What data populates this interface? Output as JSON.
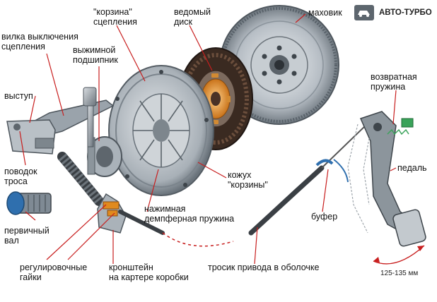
{
  "brand": {
    "name": "АВТО-ТУРБО",
    "icon": "car-gear-icon"
  },
  "labels": {
    "basket": "\"корзина\"\nсцепления",
    "driven_disc": "ведомый\nдиск",
    "flywheel": "маховик",
    "release_fork": "вилка выключения\nсцепления",
    "release_bearing": "выжимной\nподшипник",
    "ledge": "выступ",
    "return_spring": "возвратная\nпружина",
    "cable_lead": "поводок\nтроса",
    "basket_cover": "кожух\n\"корзины\"",
    "pedal": "педаль",
    "input_shaft": "первичный\nвал",
    "damper_spring": "нажимная\nдемпферная пружина",
    "buffer": "буфер",
    "adjusting_nuts": "регулировочные\nгайки",
    "bracket": "кронштейн\nна картере коробки",
    "cable": "тросик привода в оболочке",
    "pedal_travel": "125-135 мм"
  },
  "colors": {
    "leader": "#c81e1e",
    "metal": "#9aa3ab",
    "metal_dark": "#5d666e",
    "friction": "#4a3226",
    "accent_orange": "#e08a1e",
    "cable_blue": "#2f6fae",
    "spring_green": "#3aa35a"
  }
}
